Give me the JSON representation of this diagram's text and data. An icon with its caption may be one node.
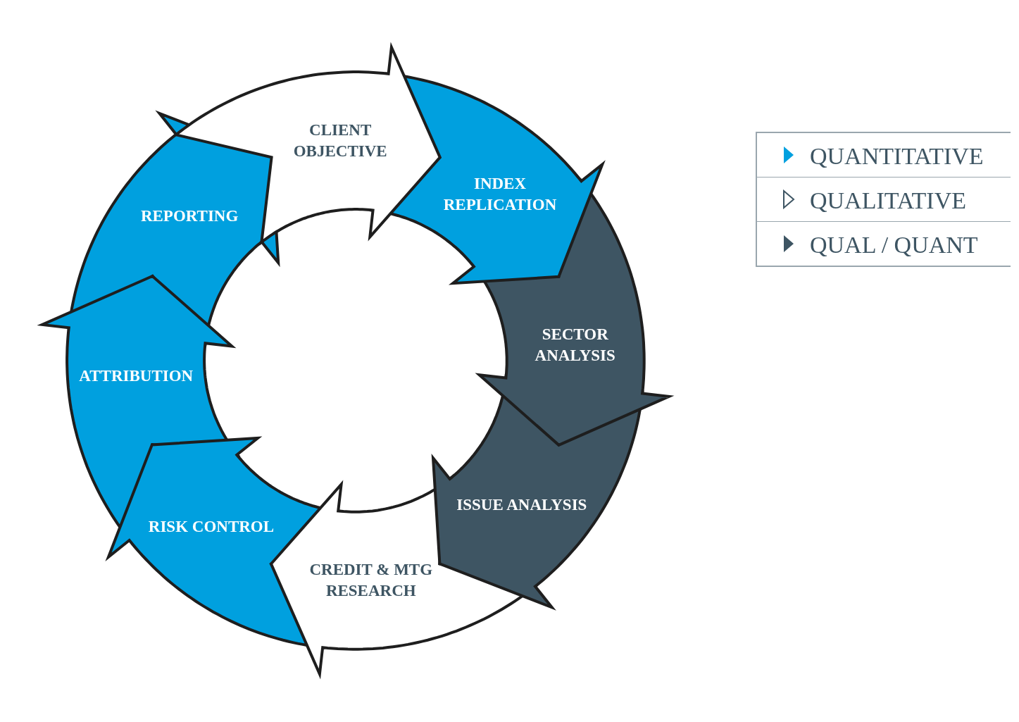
{
  "diagram": {
    "nodes": [
      {
        "text": [
          "CLIENT OBJECTIVE"
        ]
      },
      {
        "text": [
          "INDEX REPLICATION"
        ]
      },
      {
        "text": [
          "SECTOR ANALYSIS"
        ]
      },
      {
        "text": [
          "ISSUE ANALYSIS"
        ]
      },
      {
        "text": [
          "CREDIT & MTG RESEARCH"
        ]
      },
      {
        "text": [
          "RISK CONTROL"
        ]
      },
      {
        "text": [
          "ATTRIBUTION"
        ]
      },
      {
        "text": [
          "REPORTING"
        ]
      }
    ],
    "legend": [
      {
        "text": "QUANTITATIVE",
        "color": "#00a0df"
      },
      {
        "text": "QUALITATIVE"
      },
      {
        "text": "QUAL / QUANT",
        "color": "#3e5563"
      }
    ]
  }
}
